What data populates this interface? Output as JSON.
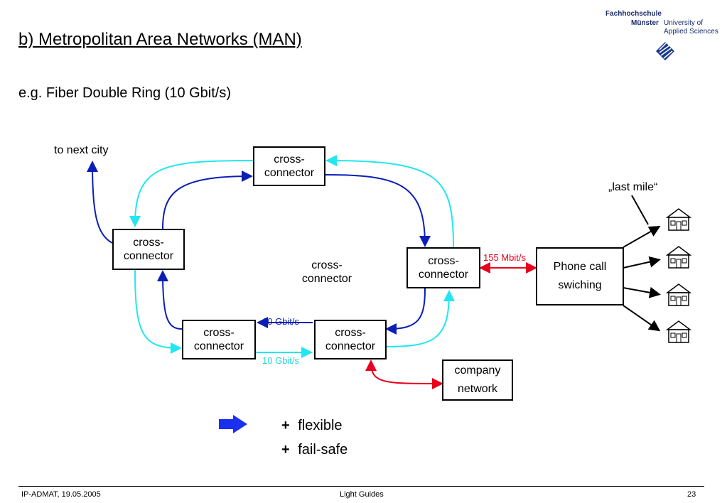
{
  "slide": {
    "title": "b) Metropolitan Area Networks (MAN)",
    "subtitle": "e.g. Fiber Double Ring (10 Gbit/s)"
  },
  "logo": {
    "line1": "Fachhochschule",
    "line2": "Münster",
    "line3": "University of",
    "line4": "Applied Sciences"
  },
  "diagram": {
    "next_city": "to next city",
    "last_mile": "„last mile“",
    "nodes": {
      "top": "cross-connector",
      "left": "cross-connector",
      "center": "cross-connector",
      "right": "cross-connector",
      "bottom_left": "cross-connector",
      "bottom_right": "cross-connector",
      "phone": "Phone call swiching",
      "company": "company network"
    },
    "rate_blue": "10 Gbit/s",
    "rate_cyan": "10 Gbit/s",
    "rate_red": "155 Mbit/s"
  },
  "bullets": [
    {
      "sign": "+",
      "text": "flexible"
    },
    {
      "sign": "+",
      "text": "fail-safe"
    }
  ],
  "footer": {
    "left": "IP-ADMAT, 19.05.2005",
    "center": "Light Guides",
    "right": "23"
  },
  "colors": {
    "blue": "#0a1fb5",
    "cyan": "#22e6f0",
    "red": "#e8001c",
    "arrow": "#1a2ff0"
  }
}
